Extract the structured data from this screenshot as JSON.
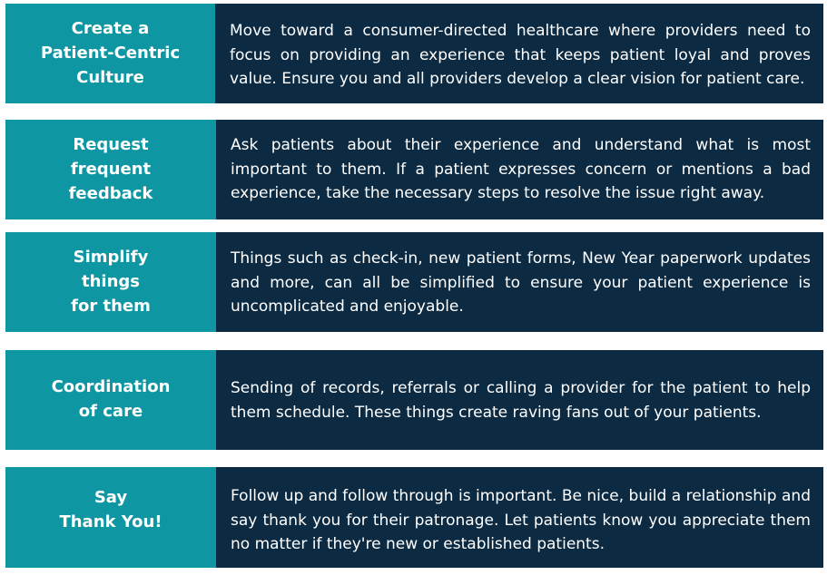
{
  "rows": [
    {
      "title": "Create a\nPatient-Centric\nCulture",
      "text": "Move toward a consumer-directed healthcare where providers need to focus on providing an experience that keeps patient loyal and proves value. Ensure you and all providers develop a clear vision for patient care."
    },
    {
      "title": "Request\nfrequent\nfeedback",
      "text": "Ask patients about their experience and understand what is most important to them. If a patient expresses concern or mentions a bad experience, take the necessary steps to resolve the issue right away."
    },
    {
      "title": "Simplify\nthings\nfor them",
      "text": "Things such as check-in, new patient forms, New Year paperwork updates and more, can all be simplified to ensure your patient experience is uncomplicated and enjoyable."
    },
    {
      "title": "Coordination\nof care",
      "text": "Sending of records, referrals or calling a provider for the patient to help them schedule. These things create raving fans out of your patients."
    },
    {
      "title": "Say\nThank You!",
      "text": "Follow up and follow through is important. Be nice, build a relationship and say thank you for their patronage. Let patients know you appreciate them no matter if they're new or established patients."
    }
  ]
}
